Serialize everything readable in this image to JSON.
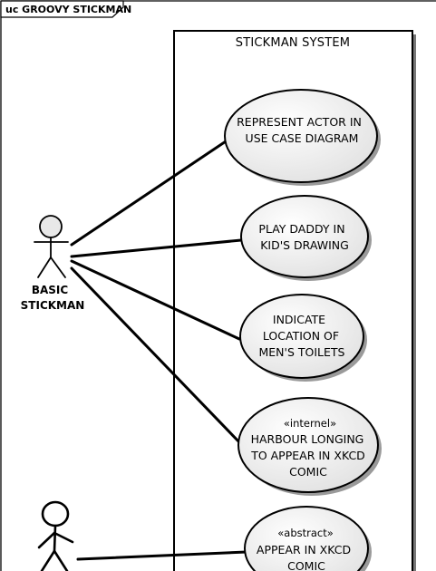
{
  "diagram": {
    "frame_label": "uc GROOVY STICKMAN",
    "system": {
      "title": "STICKMAN SYSTEM"
    },
    "actors": [
      {
        "label_lines": [
          "BASIC",
          "STICKMAN"
        ]
      },
      {
        "label_lines": []
      }
    ],
    "use_cases": [
      {
        "stereotype": "",
        "lines": [
          "REPRESENT ACTOR IN",
          "USE CASE DIAGRAM"
        ]
      },
      {
        "stereotype": "",
        "lines": [
          "PLAY DADDY IN",
          "KID'S DRAWING"
        ]
      },
      {
        "stereotype": "",
        "lines": [
          "INDICATE",
          "LOCATION OF",
          "MEN'S TOILETS"
        ]
      },
      {
        "stereotype": "«internel»",
        "lines": [
          "HARBOUR LONGING",
          "TO APPEAR IN XKCD",
          "COMIC"
        ]
      },
      {
        "stereotype": "«abstract»",
        "lines": [
          "APPEAR IN XKCD",
          "COMIC"
        ]
      }
    ]
  },
  "colors": {
    "line": "#000000",
    "use_case_fill_light": "#ffffff",
    "use_case_fill_dark": "#e4e4e4",
    "shadow": "#9a9a9a",
    "background": "#ffffff"
  }
}
